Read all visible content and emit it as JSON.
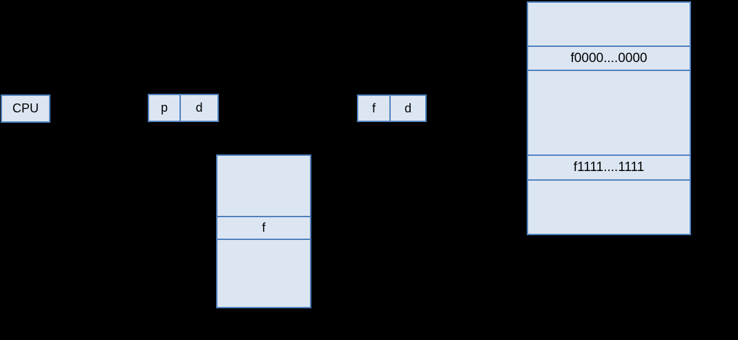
{
  "colors": {
    "background": "#000000",
    "box_fill": "#dce6f2",
    "box_border": "#4f81bd",
    "text": "#000000"
  },
  "cpu": {
    "label": "CPU"
  },
  "logical_address": {
    "cells": [
      "p",
      "d"
    ]
  },
  "physical_address": {
    "cells": [
      "f",
      "d"
    ]
  },
  "page_table": {
    "rows": [
      "",
      "f",
      ""
    ]
  },
  "physical_memory": {
    "rows": [
      "",
      "f0000....0000",
      "",
      "f1111....1111",
      ""
    ]
  }
}
